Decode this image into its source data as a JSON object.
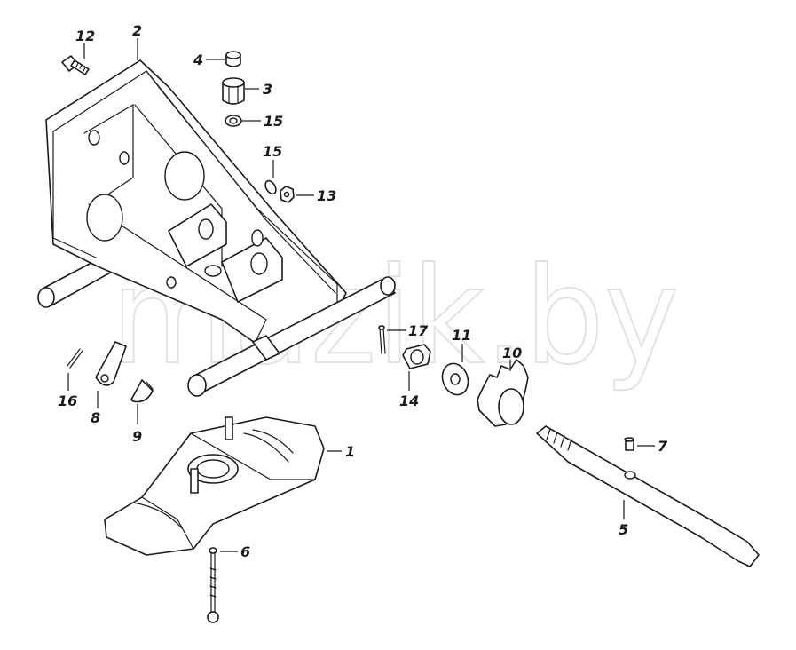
{
  "callouts": {
    "c1": "1",
    "c2": "2",
    "c3": "3",
    "c4": "4",
    "c5": "5",
    "c6": "6",
    "c7": "7",
    "c8": "8",
    "c9": "9",
    "c10": "10",
    "c11": "11",
    "c12": "12",
    "c13": "13",
    "c14": "14",
    "c15a": "15",
    "c15b": "15",
    "c16": "16",
    "c17": "17"
  },
  "watermark": "mazik.by"
}
